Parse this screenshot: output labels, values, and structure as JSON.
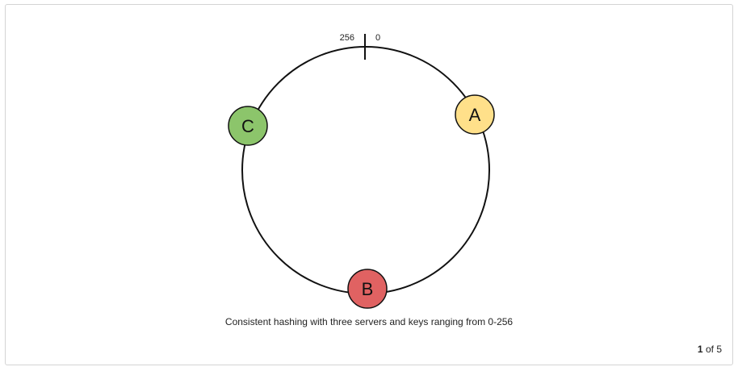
{
  "diagram": {
    "ring": {
      "start_label": "0",
      "end_label": "256"
    },
    "nodes": [
      {
        "id": "A",
        "label": "A",
        "color": "#ffe08a"
      },
      {
        "id": "B",
        "label": "B",
        "color": "#e06262"
      },
      {
        "id": "C",
        "label": "C",
        "color": "#8cc56b"
      }
    ],
    "caption": "Consistent hashing with three servers and keys ranging from 0-256"
  },
  "pager": {
    "current": "1",
    "separator": "of",
    "total": "5"
  }
}
